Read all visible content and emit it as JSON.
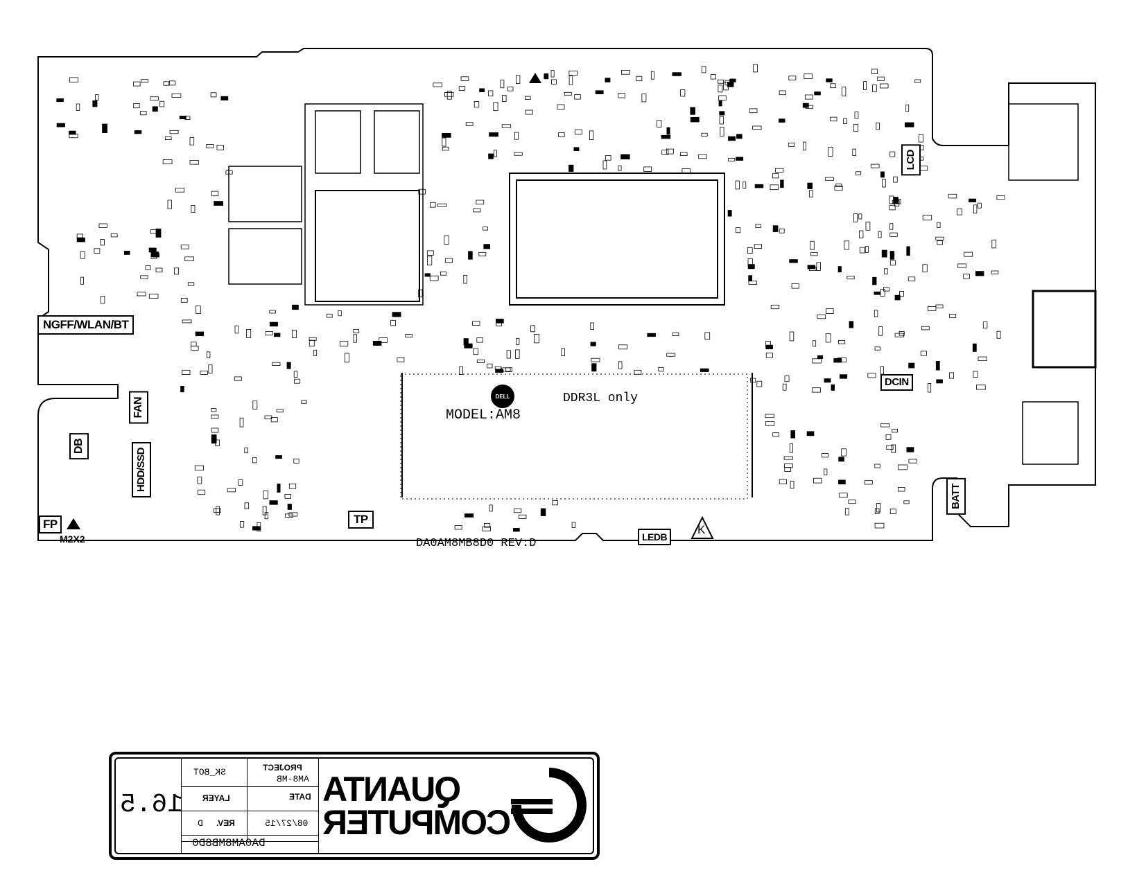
{
  "board": {
    "model": "MODEL:AM8",
    "memory_note": "DDR3L only",
    "revision_text": "DA0AM8MB8D0 REV:D",
    "brand_logo": "DELL",
    "connectors": {
      "ngff": "NGFF/WLAN/BT",
      "fan": "FAN",
      "db": "DB",
      "hdd": "HDD/SSD",
      "fp": "FP",
      "m2x2": "M2X2",
      "tp": "TP",
      "ledb": "LEDB",
      "k": "K",
      "lcd": "LCD",
      "dcin": "DCIN",
      "batt": "BATT"
    }
  },
  "title_block": {
    "project_label": "PROJECT",
    "project_value": "AM8-MB",
    "layer_value": "SK_BOT",
    "date_label": "DATE",
    "date_value": "08/27/15",
    "layer_label": "LAYER",
    "rev_label": "REV.",
    "rev_value": "D",
    "part_number": "DA0AM8MB8D0",
    "page_number": "16.5",
    "company_line1": "QUANTA",
    "company_line2": "COMPUTER"
  }
}
